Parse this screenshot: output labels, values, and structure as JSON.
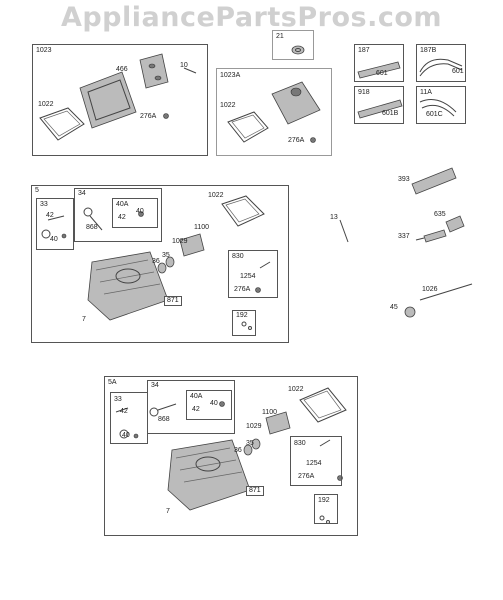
{
  "watermark": "AppliancePartsPros.com",
  "parts": {
    "p1023": "1023",
    "p466": "466",
    "p10": "10",
    "p1022_a": "1022",
    "p276a_a": "276A",
    "p21": "21",
    "p1023a": "1023A",
    "p1022_b": "1022",
    "p276a_b": "276A",
    "p187": "187",
    "p601_a": "601",
    "p187b": "187B",
    "p601_b": "601",
    "p918": "918",
    "p601b": "601B",
    "p11a": "11A",
    "p601c": "601C",
    "p393": "393",
    "p13": "13",
    "p635": "635",
    "p337": "337",
    "p1026": "1026",
    "p45": "45",
    "g5": {
      "p5": "5",
      "p34": "34",
      "p33": "33",
      "p42_a": "42",
      "p40_a": "40",
      "p40a": "40A",
      "p42_b": "42",
      "p40_b": "40",
      "p868": "868",
      "p1022": "1022",
      "p1100": "1100",
      "p1029": "1029",
      "p35": "35",
      "p36": "36",
      "p830": "830",
      "p1254": "1254",
      "p276a": "276A",
      "p871": "871",
      "p7": "7",
      "p192": "192"
    },
    "g5a": {
      "p5a": "5A",
      "p34": "34",
      "p33": "33",
      "p42_a": "42",
      "p40_a": "40",
      "p40a": "40A",
      "p42_b": "42",
      "p40_b": "40",
      "p868": "868",
      "p1022": "1022",
      "p1100": "1100",
      "p1029": "1029",
      "p35": "35",
      "p36": "36",
      "p830": "830",
      "p1254": "1254",
      "p276a": "276A",
      "p871": "871",
      "p7": "7",
      "p192": "192"
    }
  }
}
